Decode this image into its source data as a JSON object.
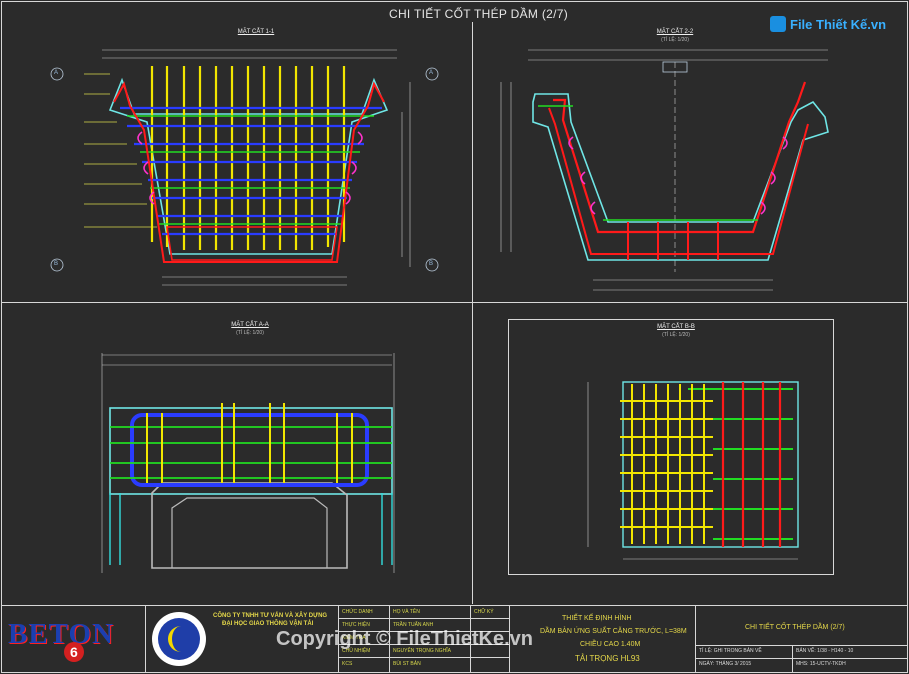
{
  "drawing": {
    "title": "CHI TIẾT CỐT THÉP DẦM (2/7)"
  },
  "views": {
    "v11": {
      "title": "MẶT CẮT 1-1",
      "scale": ""
    },
    "v22": {
      "title": "MẶT CẮT 2-2",
      "scale": "(TỈ LỆ: 1/20)"
    },
    "vaa": {
      "title": "MẶT CẮT A-A",
      "scale": "(TỈ LỆ: 1/20)"
    },
    "vbb": {
      "title": "MẶT CẮT B-B",
      "scale": "(TỈ LỆ: 1/20)"
    }
  },
  "section_marks": [
    "A",
    "A",
    "B",
    "B"
  ],
  "title_block": {
    "company_logo_text": "BETON",
    "company_logo_number": "6",
    "company_name": "CÔNG TY TNHH TƯ VẤN VÀ XÂY DỰNG",
    "university": "ĐẠI HỌC GIAO THÔNG VẬN TẢI",
    "roles": [
      "CHỨC DANH",
      "THỰC HIỆN",
      "KIỂM TRA",
      "CHỦ NHIỆM",
      "KCS"
    ],
    "names": [
      "HỌ VÀ TÊN",
      "TRẦN TUẤN ANH",
      "",
      "NGUYỄN TRỌNG NGHĨA",
      "BÙI ST BẢN"
    ],
    "signature_header": "CHỮ KÝ",
    "project": {
      "line1": "THIẾT KẾ ĐỊNH HÌNH",
      "line2": "DẦM BẢN ỨNG SUẤT CĂNG TRƯỚC, L=38M",
      "line3": "CHIỀU CAO 1.40M",
      "line4": "TẢI TRỌNG HL93"
    },
    "sheet_title": "CHI TIẾT CỐT THÉP DẦM (2/7)",
    "ratio_label": "TỈ LỆ: GHI TRONG BẢN VẼ",
    "sheet_no_label": "BẢN VẼ: 1/38 - H140 - 10",
    "date_label": "NGÀY: THÁNG 3/ 2015",
    "code_label": "MHS: 15-UCTV-TKDH"
  },
  "watermark": {
    "brand": "File Thiết Kế.vn",
    "copyright": "Copyright © FileThietKe.vn"
  },
  "colors": {
    "background": "#2b2b2b",
    "frame": "#d8d8d8",
    "bar_yellow": "#f2e600",
    "bar_blue": "#2a3cff",
    "bar_red": "#ff1a1a",
    "bar_green": "#22dd22",
    "concrete_cyan": "#6fe6e6",
    "bar_magenta": "#ff33cc",
    "logo_blue": "#1a8fe0"
  }
}
